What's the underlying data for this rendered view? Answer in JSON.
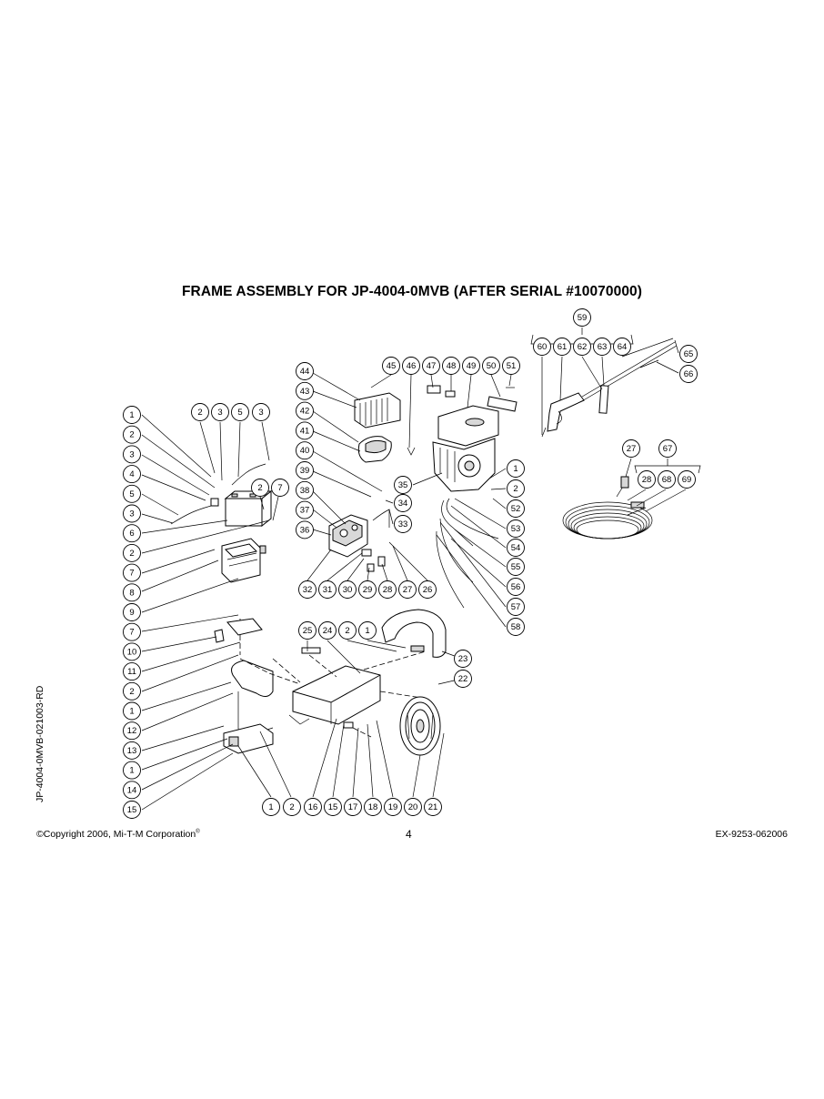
{
  "title": "FRAME ASSEMBLY FOR JP-4004-0MVB (AFTER SERIAL #10070000)",
  "side_id": "JP-4004-0MVB-021003-RD",
  "footer": {
    "copyright": "©Copyright 2006, Mi-T-M Corporation",
    "registered": "®",
    "page_number": "4",
    "doc_code": "EX-9253-062006"
  },
  "callouts": {
    "left_column": [
      "1",
      "2",
      "3",
      "4",
      "5",
      "3",
      "6",
      "2",
      "7",
      "8",
      "9",
      "7",
      "10",
      "11",
      "2",
      "1",
      "12",
      "13",
      "1",
      "14",
      "15"
    ],
    "top_left_row": [
      "2",
      "3",
      "5",
      "3"
    ],
    "battery_side": [
      "2",
      "7"
    ],
    "pump_column": [
      "44",
      "43",
      "42",
      "41",
      "40",
      "39",
      "38",
      "37",
      "36"
    ],
    "pump_right": [
      "34",
      "33"
    ],
    "pump_bottom_row": [
      "32",
      "31",
      "30",
      "29",
      "28",
      "27",
      "26"
    ],
    "engine_top_row": [
      "45",
      "46",
      "47",
      "48",
      "49",
      "50",
      "51"
    ],
    "engine_left": "35",
    "engine_right_column": [
      "1",
      "2",
      "52",
      "53",
      "54",
      "55",
      "56",
      "57",
      "58"
    ],
    "gun_header": "59",
    "gun_row": [
      "60",
      "61",
      "62",
      "63",
      "64"
    ],
    "gun_right": [
      "65",
      "66"
    ],
    "hose_top": [
      "27",
      "67"
    ],
    "hose_row": [
      "28",
      "68",
      "69"
    ],
    "frame_top_row": [
      "25",
      "24",
      "2",
      "1"
    ],
    "frame_right": [
      "23",
      "22"
    ],
    "bottom_row": [
      "1",
      "2",
      "16",
      "15",
      "17",
      "18",
      "19",
      "20",
      "21"
    ]
  }
}
